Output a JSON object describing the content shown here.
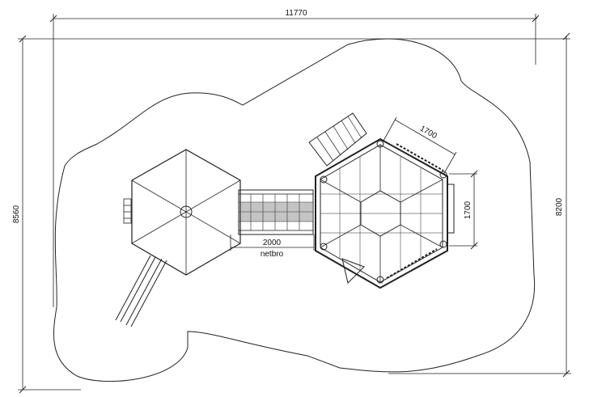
{
  "dimensions": {
    "overall_width": "11770",
    "overall_height_left": "8560",
    "overall_height_right": "8200",
    "bridge_length": "2000",
    "hex_side_diagonal": "1700",
    "hex_side_vertical": "1700"
  },
  "labels": {
    "bridge": "netbro"
  },
  "colors": {
    "line": "#222222",
    "background": "#ffffff"
  }
}
